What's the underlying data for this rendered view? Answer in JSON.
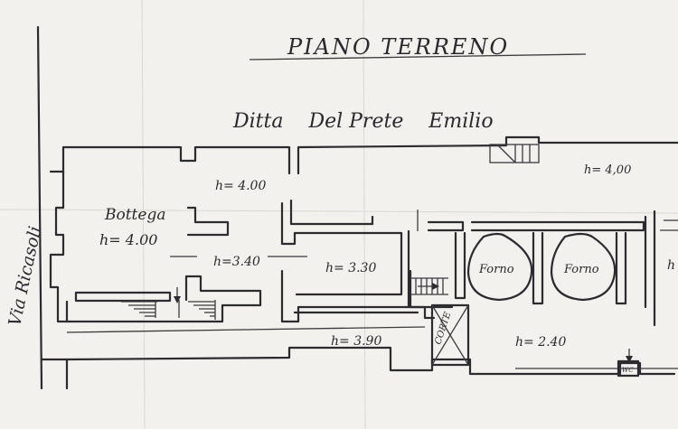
{
  "plan": {
    "title": "PIANO TERRENO",
    "owner": "Ditta    Del Prete    Emilio",
    "street": "Via Ricasoli"
  },
  "rooms": {
    "bottega_name": "Bottega",
    "bottega_h": "h= 4.00",
    "r1_h": "h= 4.00",
    "r2_h": "h=3.40",
    "r3_h": "h= 3.30",
    "r4_h": "h= 4,00",
    "r5_h": "h= 3.90",
    "r6_h": "h= 2.40",
    "forno1": "Forno",
    "forno2": "Forno",
    "corte": "CORTE",
    "wc": "WC",
    "edge_h": "h"
  },
  "colors": {
    "paper": "#f2f1ed",
    "ink": "#2b2b30"
  }
}
